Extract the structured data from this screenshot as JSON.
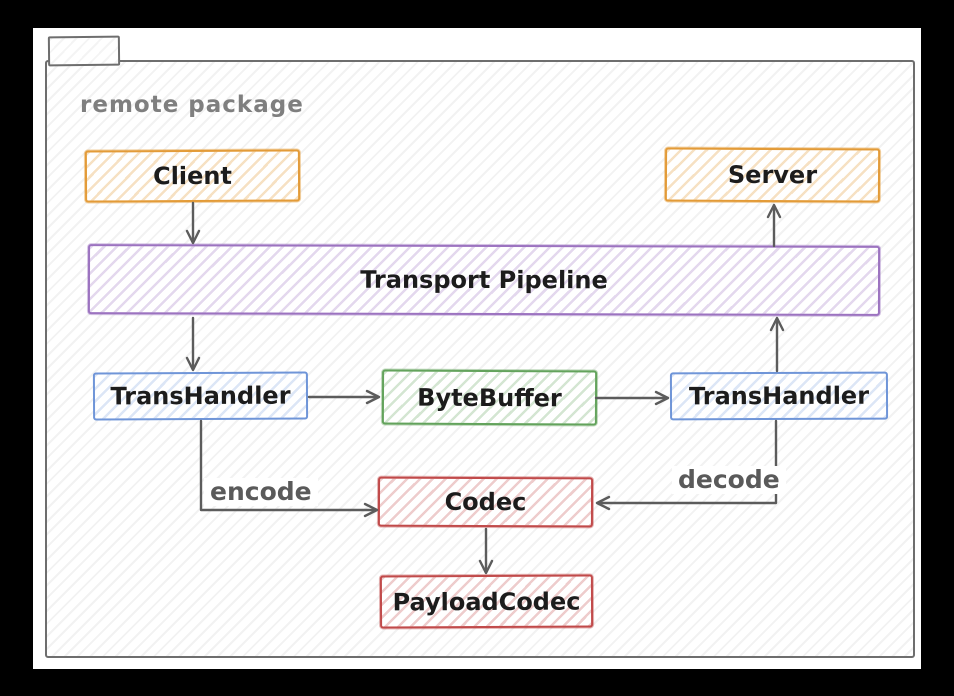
{
  "diagram": {
    "type": "uml-package-diagram",
    "package_label": "remote package",
    "nodes": [
      {
        "id": "client",
        "label": "Client",
        "color": "#e39b38"
      },
      {
        "id": "server",
        "label": "Server",
        "color": "#e39b38"
      },
      {
        "id": "pipeline",
        "label": "Transport Pipeline",
        "color": "#9c73c0"
      },
      {
        "id": "transhandler-left",
        "label": "TransHandler",
        "color": "#6f95d8"
      },
      {
        "id": "bytebuffer",
        "label": "ByteBuffer",
        "color": "#63a35c"
      },
      {
        "id": "transhandler-right",
        "label": "TransHandler",
        "color": "#6f95d8"
      },
      {
        "id": "codec",
        "label": "Codec",
        "color": "#c14a4a"
      },
      {
        "id": "payloadcodec",
        "label": "PayloadCodec",
        "color": "#c14a4a"
      }
    ],
    "edges": [
      {
        "from": "client",
        "to": "pipeline",
        "label": ""
      },
      {
        "from": "pipeline",
        "to": "transhandler-left",
        "label": ""
      },
      {
        "from": "transhandler-left",
        "to": "bytebuffer",
        "label": ""
      },
      {
        "from": "bytebuffer",
        "to": "transhandler-right",
        "label": ""
      },
      {
        "from": "transhandler-right",
        "to": "pipeline",
        "label": ""
      },
      {
        "from": "pipeline",
        "to": "server",
        "label": ""
      },
      {
        "from": "transhandler-left",
        "to": "codec",
        "label": "encode"
      },
      {
        "from": "transhandler-right",
        "to": "codec",
        "label": "decode"
      },
      {
        "from": "codec",
        "to": "payloadcodec",
        "label": ""
      }
    ],
    "theme": {
      "frame": "#000000",
      "canvas": "#ffffff",
      "package_stroke": "#6e6e6e",
      "package_label_color": "#7f7f7f",
      "edge_stroke": "#5c5c5c",
      "text": "#1c1c1c"
    }
  }
}
